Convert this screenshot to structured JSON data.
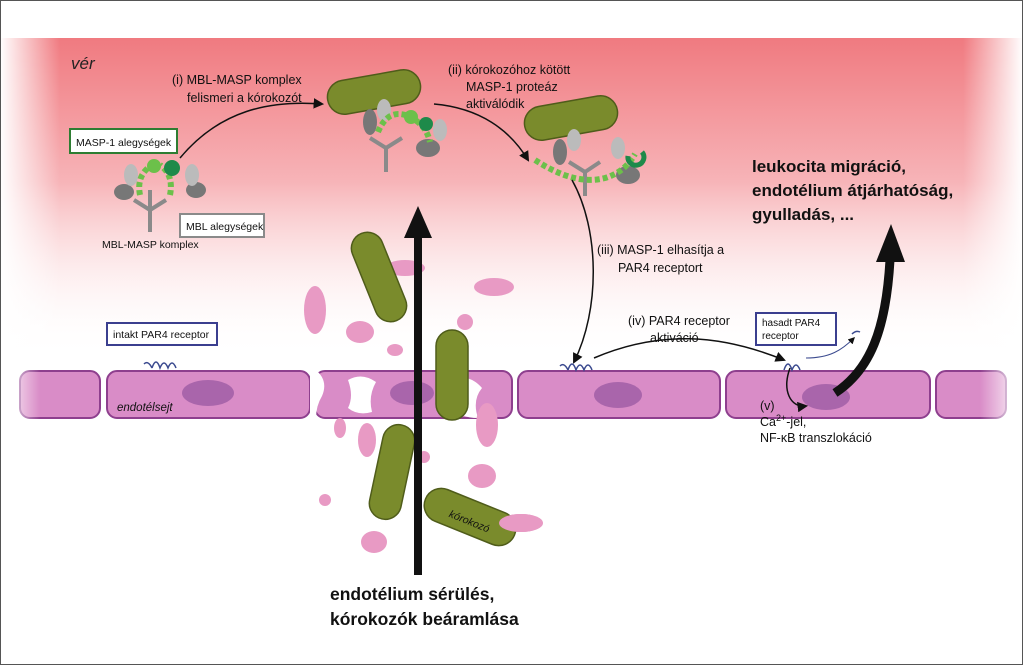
{
  "labels": {
    "blood": "vér",
    "step1_line1": "(i) MBL-MASP komplex",
    "step1_line2": "felismeri a kórokozót",
    "step2_line1": "(ii) kórokozóhoz kötött",
    "step2_line2": "MASP-1 proteáz",
    "step2_line3": "aktiválódik",
    "step3_line1": "(iii) MASP-1 elhasítja a",
    "step3_line2": "PAR4 receptort",
    "step4_line1": "(iv) PAR4 receptor",
    "step4_line2": "aktiváció",
    "step5_line1": "(v)",
    "step5_line2": "Ca",
    "step5_sup": "2+",
    "step5_line2b": "-jel,",
    "step5_line3": "NF-κB transzlokáció",
    "masp1_box": "MASP-1 alegységek",
    "mbl_box": "MBL alegységek",
    "complex": "MBL-MASP komplex",
    "intact_par4": "intakt PAR4 receptor",
    "cleaved_par4_line1": "hasadt PAR4",
    "cleaved_par4_line2": "receptor",
    "endothelial_cell": "endotélsejt",
    "pathogen": "kórokozó",
    "outcome_line1": "leukocita migráció,",
    "outcome_line2": "endotélium átjárhatóság,",
    "outcome_line3": "gyulladás, ...",
    "injury_line1": "endotélium sérülés,",
    "injury_line2": "kórokozók beáramlása"
  },
  "colors": {
    "blood_top": "#f07a80",
    "cell_fill": "#d98cc7",
    "cell_stroke": "#8e3f8e",
    "nucleus": "#a965ab",
    "pathogen": "#7a8b2c",
    "pathogen_stroke": "#4f5c1a",
    "masp_green": "#6cc04a",
    "masp_dark": "#1e8a4a",
    "mbl_gray": "#8a8a8a",
    "fragment": "#e89ac4",
    "receptor": "#3b4a8f",
    "masp_box": "#2e7d32",
    "mbl_box": "#8a8a8a",
    "par4_box": "#3b3f8f"
  }
}
